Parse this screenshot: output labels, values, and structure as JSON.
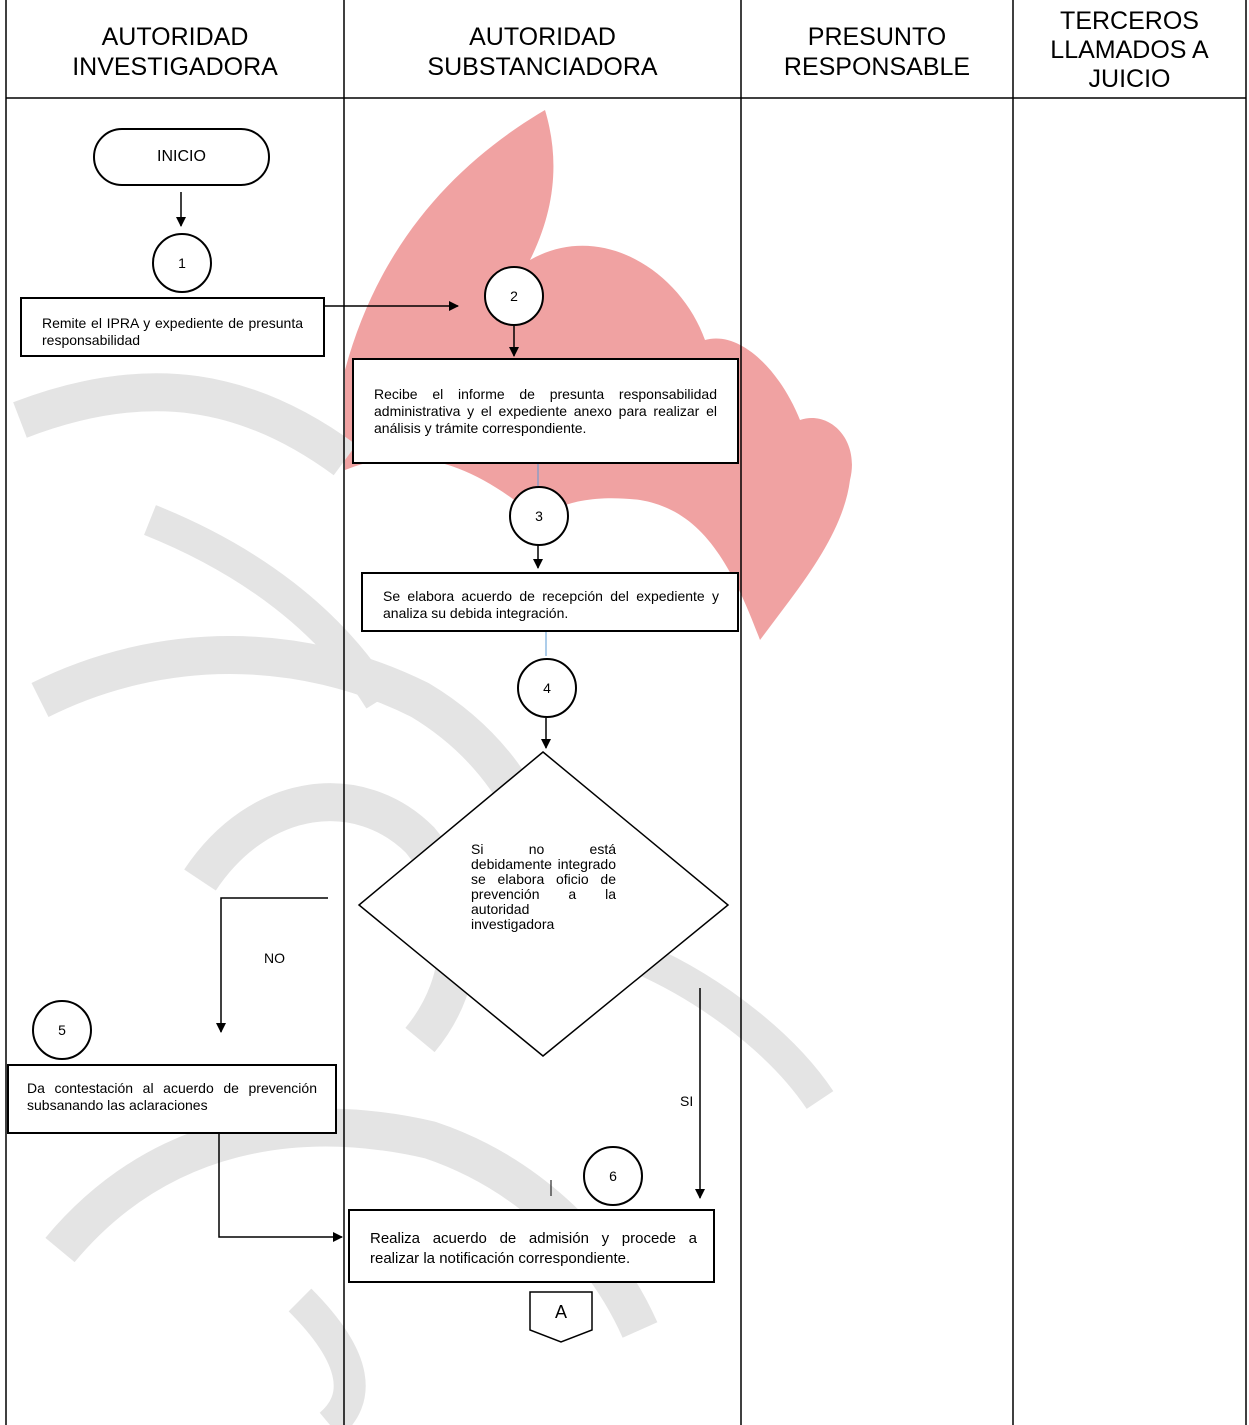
{
  "lanes": [
    {
      "line1": "AUTORIDAD",
      "line2": "INVESTIGADORA",
      "line3": ""
    },
    {
      "line1": "AUTORIDAD",
      "line2": "SUBSTANCIADORA",
      "line3": ""
    },
    {
      "line1": "PRESUNTO",
      "line2": "RESPONSABLE",
      "line3": ""
    },
    {
      "line1": "TERCEROS",
      "line2": "LLAMADOS A",
      "line3": "JUICIO"
    }
  ],
  "start_label": "INICIO",
  "steps": {
    "s1": "1",
    "s2": "2",
    "s3": "3",
    "s4": "4",
    "s5": "5",
    "s6": "6"
  },
  "boxes": {
    "remite": "Remite el IPRA y expediente de presunta responsabilidad",
    "recibe": "Recibe el informe de presunta responsabilidad administrativa y el expediente anexo para realizar el análisis y trámite correspondiente.",
    "elabora": "Se elabora acuerdo de recepción del expediente y analiza su debida integración.",
    "contestacion": "Da contestación al acuerdo de prevención subsanando las aclaraciones",
    "admision": "Realiza acuerdo de admisión y procede a realizar la notificación correspondiente."
  },
  "decision": "Si no está debidamente integrado se elabora oficio de prevención a la autoridad investigadora",
  "labels": {
    "no": "NO",
    "si": "SI"
  },
  "connector": "A",
  "colors": {
    "watermark_red": "#f0a2a2",
    "watermark_gray": "#e4e4e4",
    "link_blue": "#5b9bd5"
  }
}
